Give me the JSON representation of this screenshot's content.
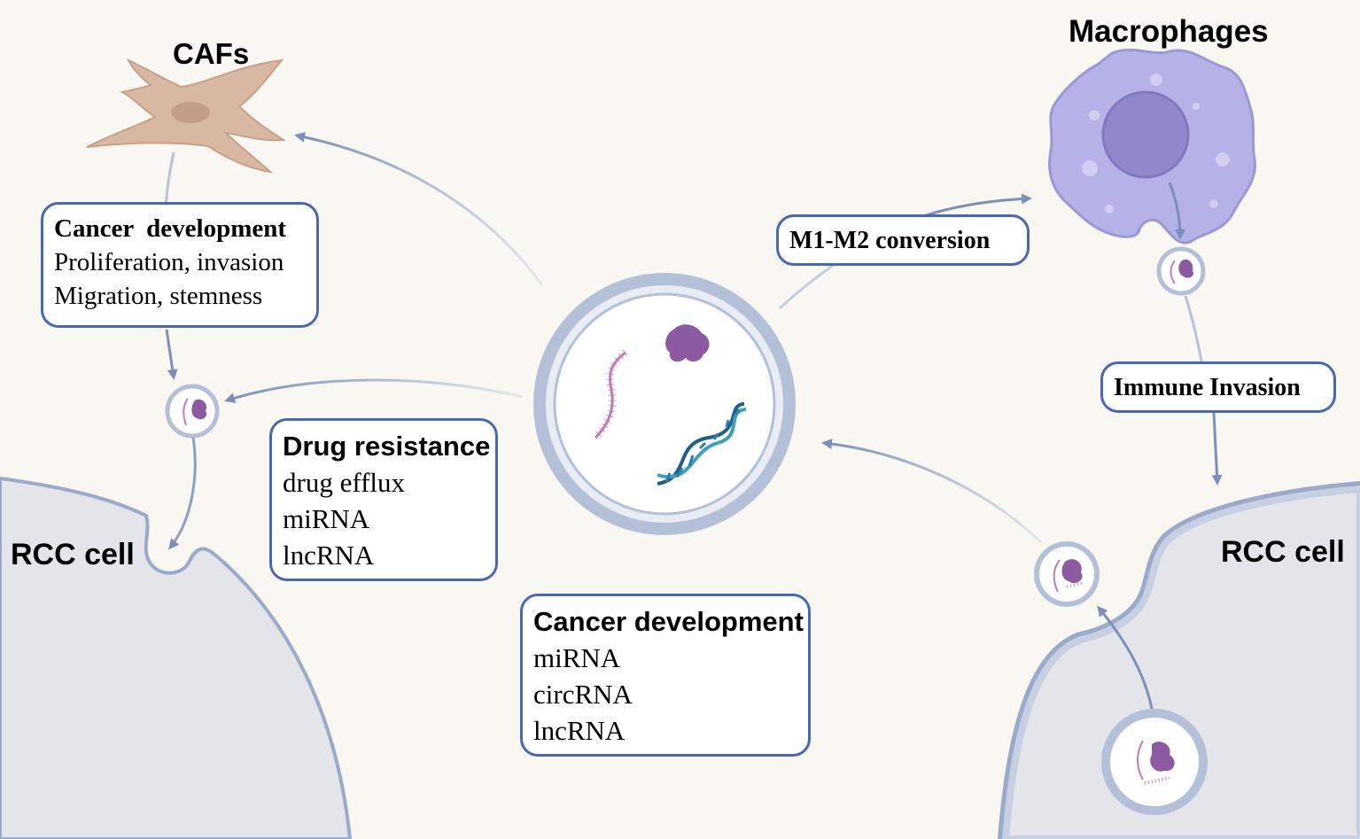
{
  "labels": {
    "cafs": "CAFs",
    "macrophages": "Macrophages",
    "rcc_left": "RCC cell",
    "rcc_right": "RCC cell"
  },
  "boxes": {
    "caf_effects": {
      "title": "Cancer  development",
      "lines": [
        "Proliferation, invasion",
        "Migration, stemness"
      ]
    },
    "drug_resistance": {
      "title": "Drug resistance",
      "lines": [
        "drug efflux",
        "miRNA",
        "lncRNA"
      ]
    },
    "cancer_development": {
      "title": "Cancer development",
      "lines": [
        "miRNA",
        "circRNA",
        "lncRNA"
      ]
    },
    "m1_m2": {
      "title": "M1-M2 conversion"
    },
    "immune": {
      "title": "Immune Invasion"
    }
  },
  "colors": {
    "background": "#f8f7f2",
    "box_border": "#4a67b4",
    "arrow": "#7d8fb8",
    "cell_fill": "#e3e5ea",
    "membrane": "#9aaac8",
    "caf": "#d9b8a3",
    "macrophage": "#b4b2e6",
    "cargo": "#8b5aa0"
  }
}
